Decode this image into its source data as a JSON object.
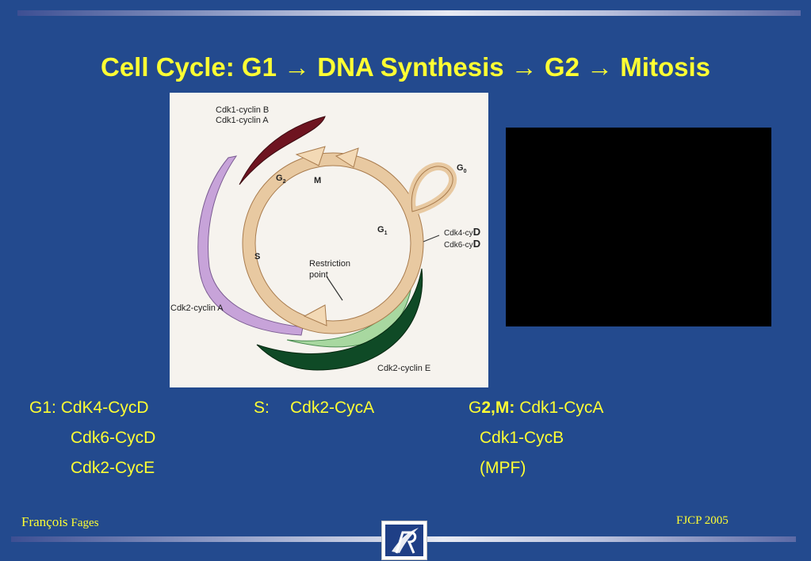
{
  "slide": {
    "title": "Cell Cycle: G1 → DNA Synthesis → G2 → Mitosis",
    "diagram": {
      "label_cdk1_b": "Cdk1-cyclin B",
      "label_cdk1_a": "Cdk1-cyclin A",
      "label_g2": "G",
      "label_g2_sub": "2",
      "label_m": "M",
      "label_g0": "G",
      "label_g0_sub": "0",
      "label_g1": "G",
      "label_g1_sub": "1",
      "label_s": "S",
      "label_restriction": "Restriction",
      "label_point": "point",
      "label_cdk4": "Cdk4-cy",
      "label_cdk4_d": "D",
      "label_cdk6": "Cdk6-cy",
      "label_cdk6_d": "D",
      "label_cdk2_a": "Cdk2-cyclin A",
      "label_cdk2_e": "Cdk2-cyclin E"
    },
    "phases": {
      "g1_label": "G1:",
      "g1_1": "CdK4-CycD",
      "g1_2": "Cdk6-CycD",
      "g1_3": "Cdk2-CycE",
      "s_label": "S:",
      "s_1": "Cdk2-CycA",
      "g2m_label_g": "G",
      "g2m_label_rest": "2,M:",
      "g2m_1": "Cdk1-CycA",
      "g2m_2": "Cdk1-CycB",
      "g2m_3": "(MPF)"
    },
    "footer": {
      "author_first": "François",
      "author_last": "Fages",
      "event": "FJCP 2005"
    },
    "logo_icon": "inria-logo-icon"
  }
}
